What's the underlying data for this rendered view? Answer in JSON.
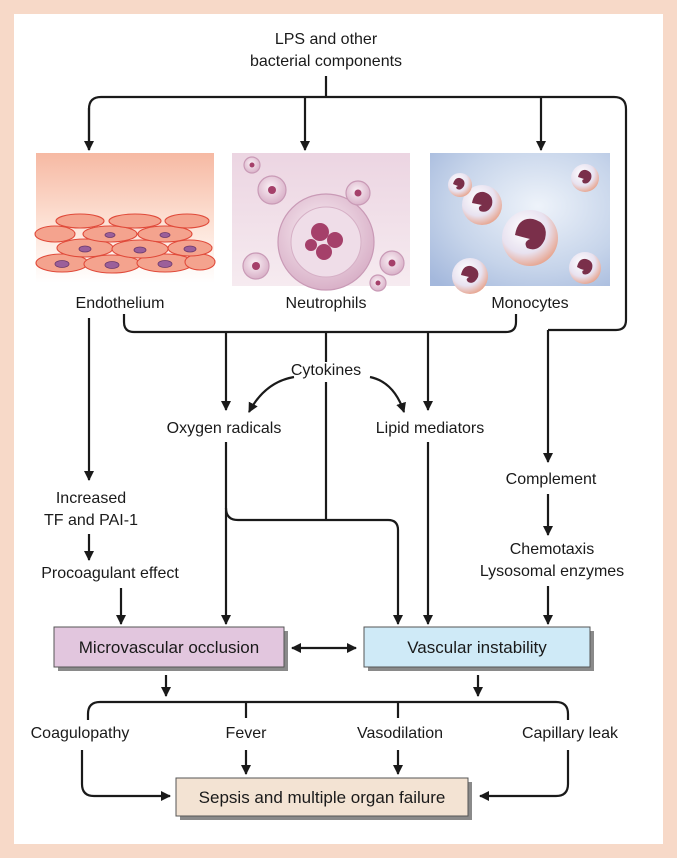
{
  "diagram": {
    "top_label_line1": "LPS and other",
    "top_label_line2": "bacterial components",
    "cells": {
      "endothelium": "Endothelium",
      "neutrophils": "Neutrophils",
      "monocytes": "Monocytes"
    },
    "cytokines": "Cytokines",
    "oxygen_radicals": "Oxygen radicals",
    "lipid_mediators": "Lipid mediators",
    "increased_line1": "Increased",
    "increased_line2": "TF and PAI-1",
    "procoagulant": "Procoagulant effect",
    "complement": "Complement",
    "chemotaxis": "Chemotaxis",
    "lysosomal": "Lysosomal enzymes",
    "microvascular_occlusion": "Microvascular occlusion",
    "vascular_instability": "Vascular instability",
    "coagulopathy": "Coagulopathy",
    "fever": "Fever",
    "vasodilation": "Vasodilation",
    "capillary_leak": "Capillary leak",
    "sepsis": "Sepsis and multiple organ failure"
  },
  "colors": {
    "outer_border": "#f7d9c8",
    "occlusion_box": "#e2c6de",
    "instability_box": "#cfeaf7",
    "sepsis_box": "#f3e3d3",
    "box_shadow": "#8a8a8a"
  }
}
